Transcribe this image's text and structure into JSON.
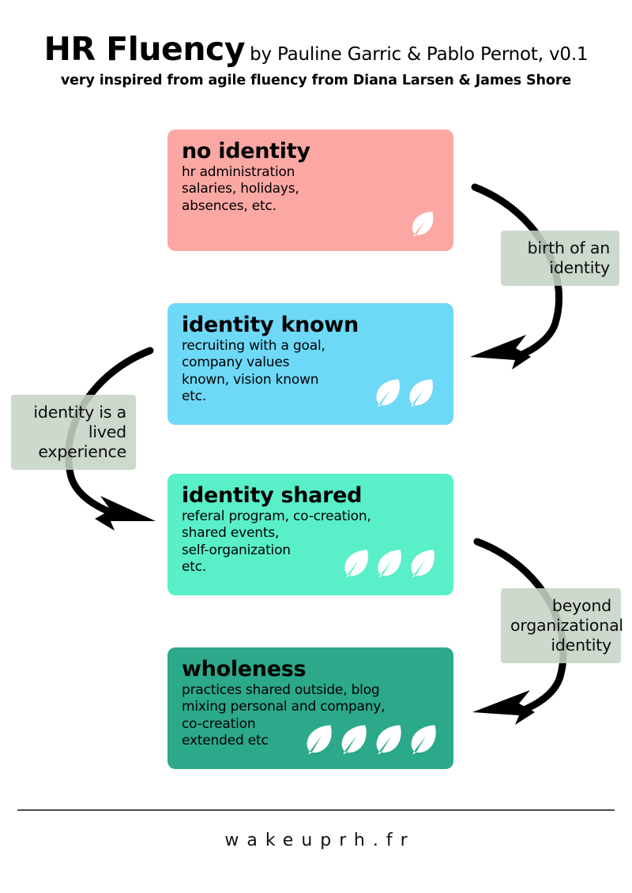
{
  "header": {
    "title_main": "HR Fluency",
    "title_by": "by Pauline Garric & Pablo Pernot, v0.1",
    "subtitle": "very inspired from agile fluency from Diana Larsen & James Shore"
  },
  "stages": [
    {
      "id": "card-1",
      "title": "no identity",
      "description": "hr administration\nsalaries, holidays,\nabsences, etc.",
      "color": "#FBA8A4",
      "leaf_count": 1,
      "leaf_size": 34
    },
    {
      "id": "card-2",
      "title": "identity known",
      "description": "recruiting with a goal,\ncompany values\nknown, vision known\netc.",
      "color": "#6ED8F7",
      "leaf_count": 2,
      "leaf_size": 38
    },
    {
      "id": "card-3",
      "title": "identity shared",
      "description": "referal program, co-creation,\nshared events,\nself-organization\netc.",
      "color": "#59EFC9",
      "leaf_count": 3,
      "leaf_size": 38
    },
    {
      "id": "card-4",
      "title": "wholeness",
      "description": "practices shared outside, blog\nmixing personal and  company,\nco-creation\nextended etc",
      "color": "#2BA98A",
      "leaf_count": 4,
      "leaf_size": 40
    }
  ],
  "transitions": [
    {
      "id": "label-birth",
      "text": "birth of an\nidentity"
    },
    {
      "id": "label-lived",
      "text": "identity is a\nlived\nexperience"
    },
    {
      "id": "label-beyond",
      "text": "beyond\norganizational\nidentity"
    }
  ],
  "footer": {
    "site": "wakeuprh.fr"
  },
  "colors": {
    "leaf": "#ffffff",
    "label_box": "#C5D4C5",
    "arrow": "#000000",
    "rule": "#4a4a4a",
    "background": "#ffffff"
  }
}
